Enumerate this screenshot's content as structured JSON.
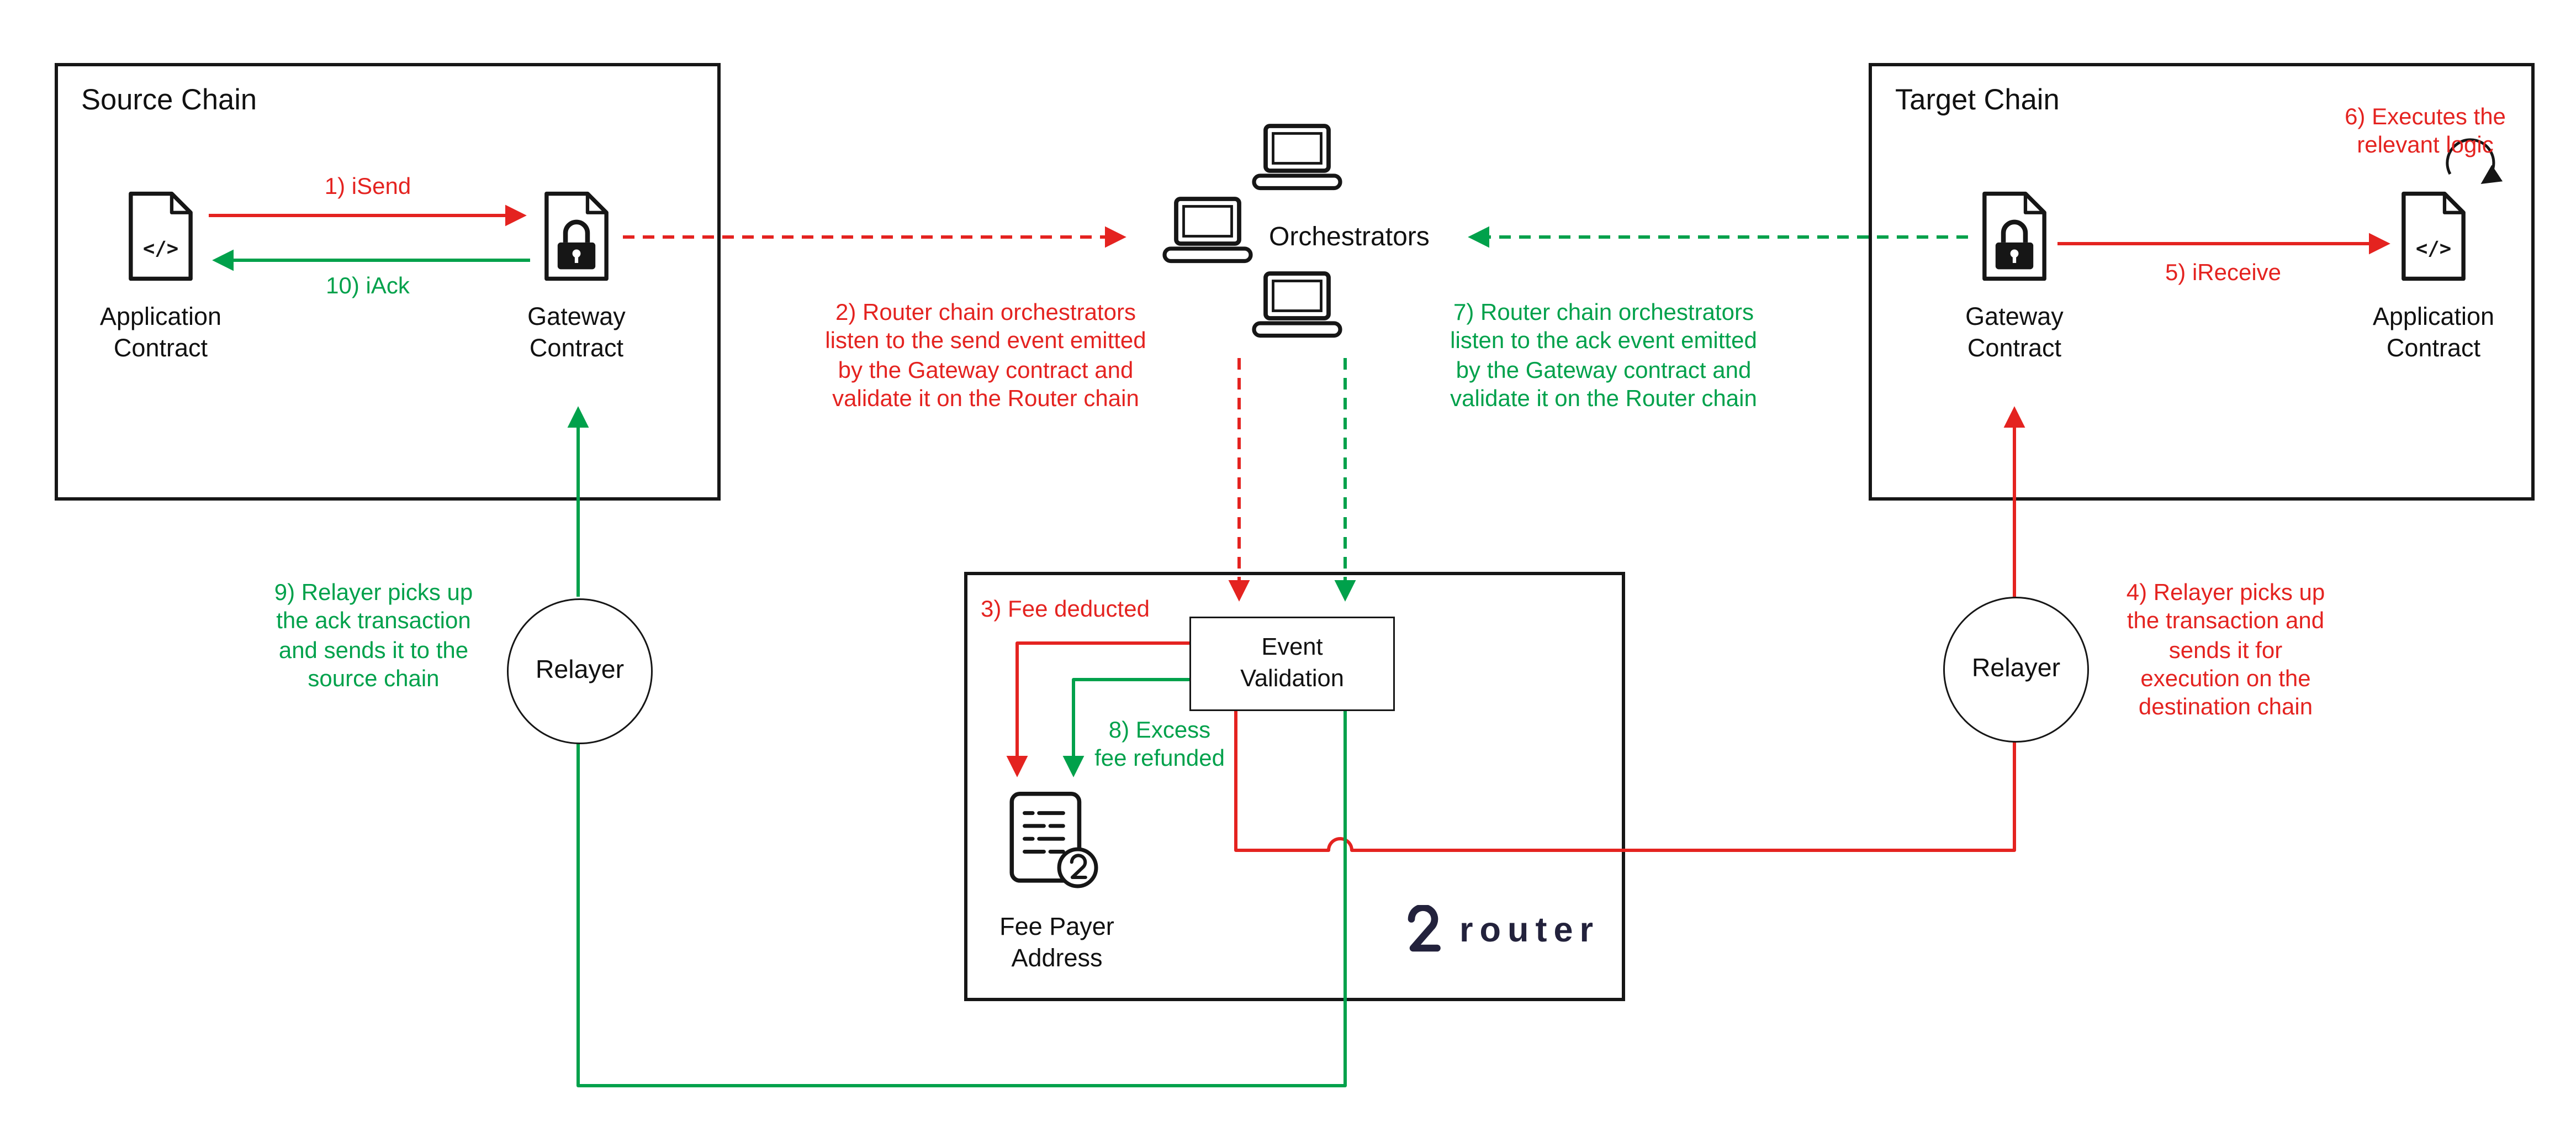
{
  "diagram": {
    "source_chain": {
      "title": "Source Chain",
      "application_contract": "Application\nContract",
      "gateway_contract": "Gateway\nContract"
    },
    "target_chain": {
      "title": "Target Chain",
      "gateway_contract": "Gateway\nContract",
      "application_contract": "Application\nContract"
    },
    "orchestrators": {
      "label": "Orchestrators"
    },
    "router_chain": {
      "event_validation": "Event\nValidation",
      "fee_payer": "Fee Payer\nAddress",
      "logo_text": "router"
    },
    "relayer_left": "Relayer",
    "relayer_right": "Relayer",
    "steps": {
      "s1": "1) iSend",
      "s2": "2) Router chain orchestrators\nlisten to the send event emitted\nby the Gateway contract and\nvalidate it on the Router chain",
      "s3": "3) Fee deducted",
      "s4": "4) Relayer picks up\nthe transaction and\nsends it for\nexecution on the\ndestination chain",
      "s5": "5) iReceive",
      "s6": "6) Executes the\nrelevant logic",
      "s7": "7) Router chain orchestrators\nlisten to the ack event emitted\nby the Gateway contract and\nvalidate it on the Router chain",
      "s8": "8) Excess\nfee refunded",
      "s9": "9) Relayer picks up\nthe ack transaction\nand sends it to the\nsource chain",
      "s10": "10) iAck"
    },
    "colors": {
      "red": "#e42320",
      "green": "#00a14b",
      "ink": "#161616",
      "navy": "#23223c"
    }
  }
}
